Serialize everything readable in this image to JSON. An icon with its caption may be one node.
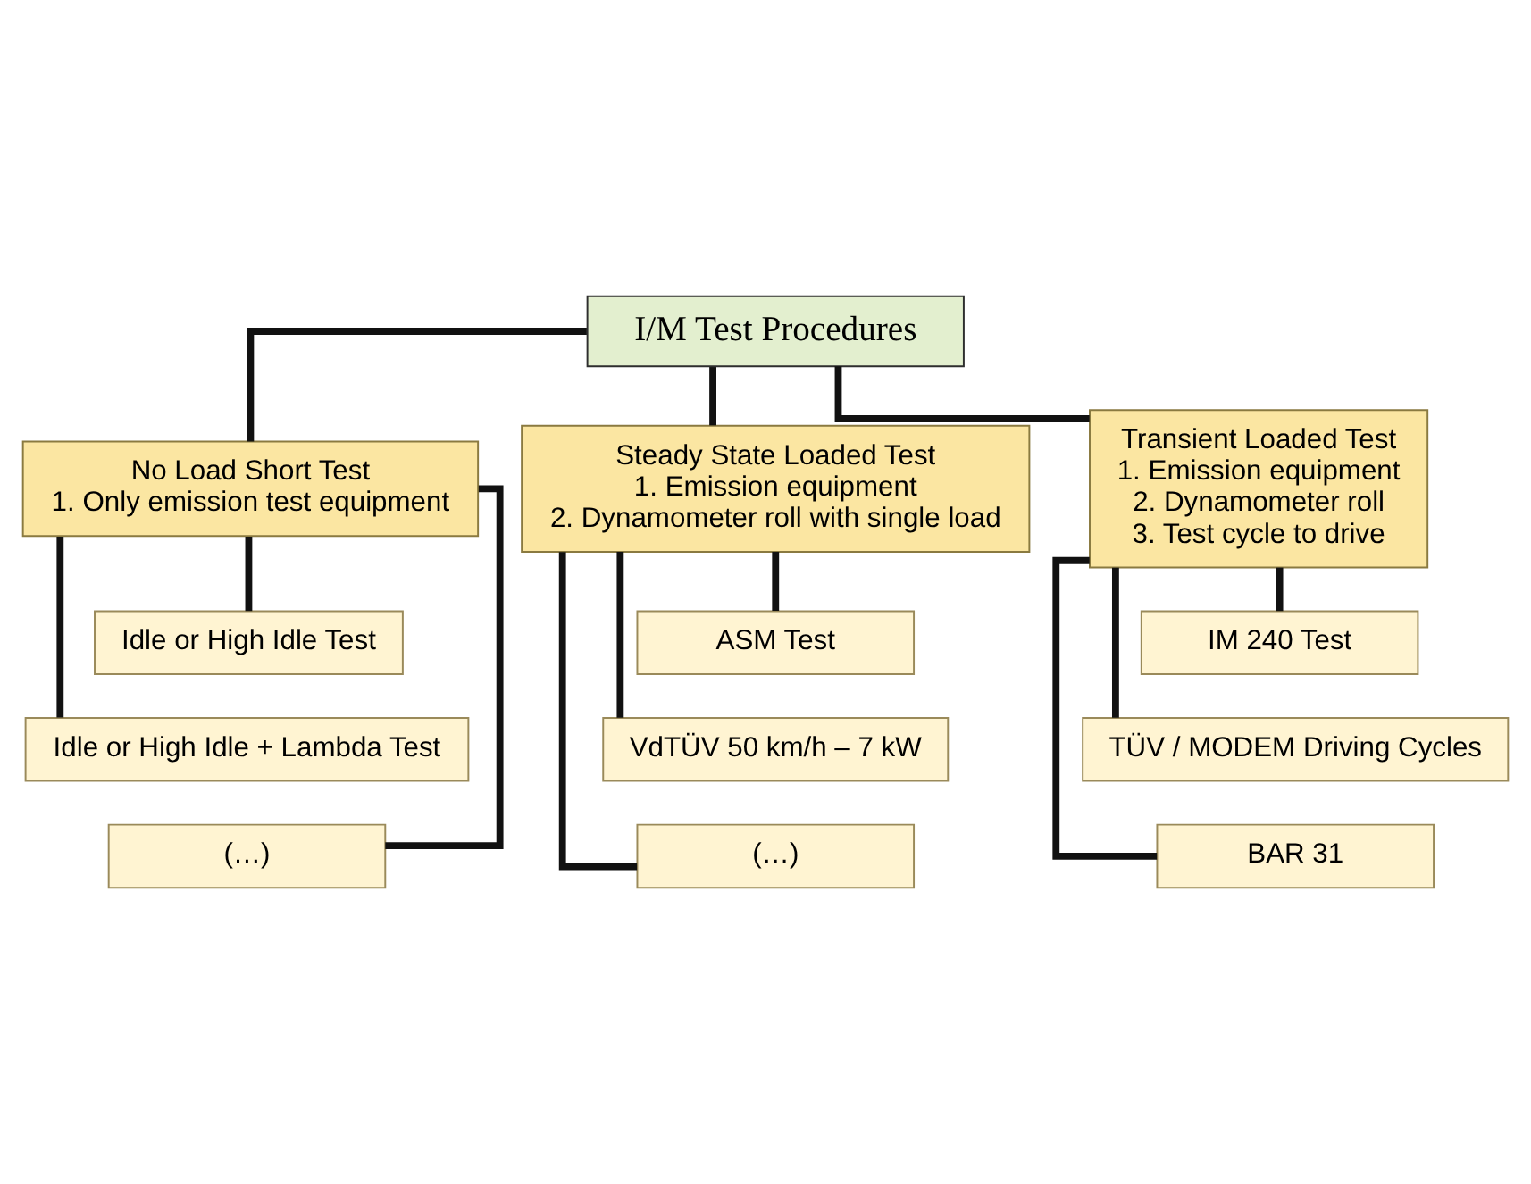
{
  "diagram": {
    "nodes": [
      {
        "text": [
          "I/M Test Procedures"
        ]
      },
      {
        "text": [
          "No Load Short Test",
          "1. Only emission test equipment"
        ]
      },
      {
        "text": [
          "Steady State Loaded Test",
          "1. Emission equipment",
          "2. Dynamometer roll with single load"
        ]
      },
      {
        "text": [
          "Transient Loaded Test",
          "1. Emission equipment",
          "2. Dynamometer roll",
          "3. Test cycle to drive"
        ]
      },
      {
        "text": [
          "Idle or High Idle Test"
        ]
      },
      {
        "text": [
          "Idle or High Idle + Lambda Test"
        ]
      },
      {
        "text": [
          "(…)"
        ]
      },
      {
        "text": [
          "ASM Test"
        ]
      },
      {
        "text": [
          "VdTÜV 50 km/h – 7 kW"
        ]
      },
      {
        "text": [
          "(…)"
        ]
      },
      {
        "text": [
          "IM 240 Test"
        ]
      },
      {
        "text": [
          "TÜV / MODEM Driving Cycles"
        ]
      },
      {
        "text": [
          "BAR 31"
        ]
      }
    ],
    "edges": [
      {
        "from": 0,
        "to": 1,
        "arrow": "none"
      },
      {
        "from": 0,
        "to": 2,
        "arrow": "none"
      },
      {
        "from": 0,
        "to": 3,
        "arrow": "none"
      },
      {
        "from": 1,
        "to": 4,
        "arrow": "none"
      },
      {
        "from": 1,
        "to": 5,
        "arrow": "none"
      },
      {
        "from": 1,
        "to": 6,
        "arrow": "none"
      },
      {
        "from": 2,
        "to": 7,
        "arrow": "none"
      },
      {
        "from": 2,
        "to": 8,
        "arrow": "none"
      },
      {
        "from": 2,
        "to": 9,
        "arrow": "none"
      },
      {
        "from": 3,
        "to": 10,
        "arrow": "none"
      },
      {
        "from": 3,
        "to": 11,
        "arrow": "none"
      },
      {
        "from": 3,
        "to": 12,
        "arrow": "none"
      }
    ]
  }
}
